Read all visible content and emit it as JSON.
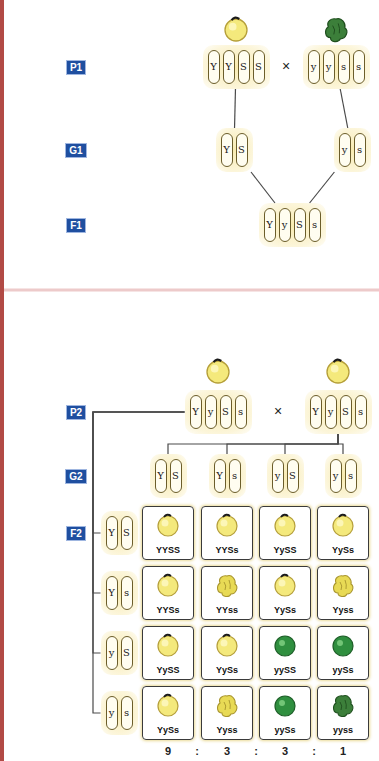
{
  "diagram": {
    "nodes": [
      {
        "text": [
          "Y",
          "Y",
          "S",
          "S"
        ]
      },
      {
        "text": [
          "y",
          "y",
          "s",
          "s"
        ]
      },
      {
        "text": [
          "Y",
          "S"
        ]
      },
      {
        "text": [
          "y",
          "s"
        ]
      },
      {
        "text": [
          "Y",
          "y",
          "S",
          "s"
        ]
      },
      {
        "text": [
          "Y",
          "y",
          "S",
          "s"
        ]
      },
      {
        "text": [
          "Y",
          "y",
          "S",
          "s"
        ]
      },
      {
        "text": [
          "Y",
          "S"
        ]
      },
      {
        "text": [
          "Y",
          "s"
        ]
      },
      {
        "text": [
          "y",
          "S"
        ]
      },
      {
        "text": [
          "y",
          "s"
        ]
      },
      {
        "text": [
          "Y",
          "S"
        ]
      },
      {
        "text": [
          "Y",
          "s"
        ]
      },
      {
        "text": [
          "y",
          "S"
        ]
      },
      {
        "text": [
          "y",
          "s"
        ]
      },
      {
        "text": [
          "YYSS"
        ]
      },
      {
        "text": [
          "YYSs"
        ]
      },
      {
        "text": [
          "YySS"
        ]
      },
      {
        "text": [
          "YySs"
        ]
      },
      {
        "text": [
          "YYSs"
        ]
      },
      {
        "text": [
          "YYss"
        ]
      },
      {
        "text": [
          "YySs"
        ]
      },
      {
        "text": [
          "Yyss"
        ]
      },
      {
        "text": [
          "YySS"
        ]
      },
      {
        "text": [
          "YySs"
        ]
      },
      {
        "text": [
          "yySS"
        ]
      },
      {
        "text": [
          "yySs"
        ]
      },
      {
        "text": [
          "YySs"
        ]
      },
      {
        "text": [
          "Yyss"
        ]
      },
      {
        "text": [
          "yySs"
        ]
      },
      {
        "text": [
          "yyss"
        ]
      }
    ],
    "edges": [
      {
        "from": 0,
        "to": 2,
        "arrow": "none"
      },
      {
        "from": 1,
        "to": 3,
        "arrow": "none"
      },
      {
        "from": 2,
        "to": 4,
        "arrow": "none"
      },
      {
        "from": 3,
        "to": 4,
        "arrow": "none"
      },
      {
        "from": 6,
        "to": 7,
        "arrow": "none"
      },
      {
        "from": 6,
        "to": 8,
        "arrow": "none"
      },
      {
        "from": 6,
        "to": 9,
        "arrow": "none"
      },
      {
        "from": 6,
        "to": 10,
        "arrow": "none"
      },
      {
        "from": 5,
        "to": 11,
        "arrow": "none"
      },
      {
        "from": 5,
        "to": 12,
        "arrow": "none"
      },
      {
        "from": 5,
        "to": 13,
        "arrow": "none"
      },
      {
        "from": 5,
        "to": 14,
        "arrow": "none"
      }
    ],
    "labels": [
      "P1",
      "×",
      "G1",
      "F1",
      "P2",
      "×",
      "G2",
      "F2",
      "9",
      ":",
      "3",
      ":",
      "3",
      ":",
      "1"
    ]
  }
}
